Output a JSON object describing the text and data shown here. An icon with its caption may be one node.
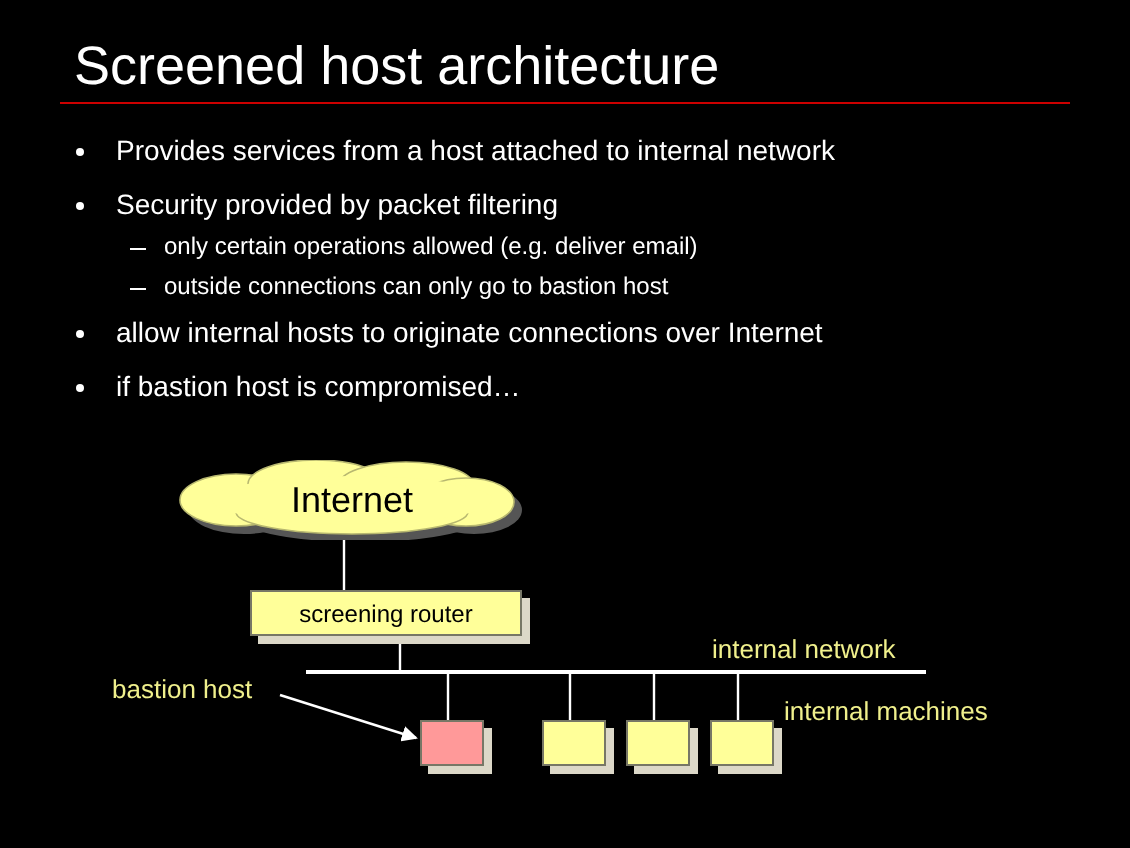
{
  "diagram": {
    "title": "Screened host architecture",
    "nodes": [
      {
        "text": [
          "Internet"
        ]
      },
      {
        "text": [
          "screening router"
        ]
      },
      {
        "text": [],
        "shape": "bar",
        "beside": [
          "internal network"
        ]
      },
      {
        "text": [],
        "shape": "box"
      },
      {
        "text": [],
        "shape": "box"
      },
      {
        "text": [],
        "shape": "box"
      },
      {
        "text": [],
        "shape": "box"
      },
      {
        "text": [
          "bastion host"
        ]
      }
    ],
    "edges": [
      {
        "from": 0,
        "to": 1,
        "arrow": "none"
      },
      {
        "from": 1,
        "to": 2,
        "arrow": "none"
      },
      {
        "from": 2,
        "to": 3,
        "arrow": "none"
      },
      {
        "from": 2,
        "to": 4,
        "arrow": "none"
      },
      {
        "from": 2,
        "to": 5,
        "arrow": "none"
      },
      {
        "from": 2,
        "to": 6,
        "arrow": "none"
      },
      {
        "from": 7,
        "to": 3,
        "arrow": "to"
      }
    ],
    "labels": [
      "Provides services from a host attached to internal network",
      "Security provided by packet filtering",
      "only certain operations allowed (e.g. deliver email)",
      "outside connections can only go to bastion host",
      "allow internal hosts to originate connections over Internet",
      "if bastion host is compromised…",
      "internal machines"
    ]
  }
}
